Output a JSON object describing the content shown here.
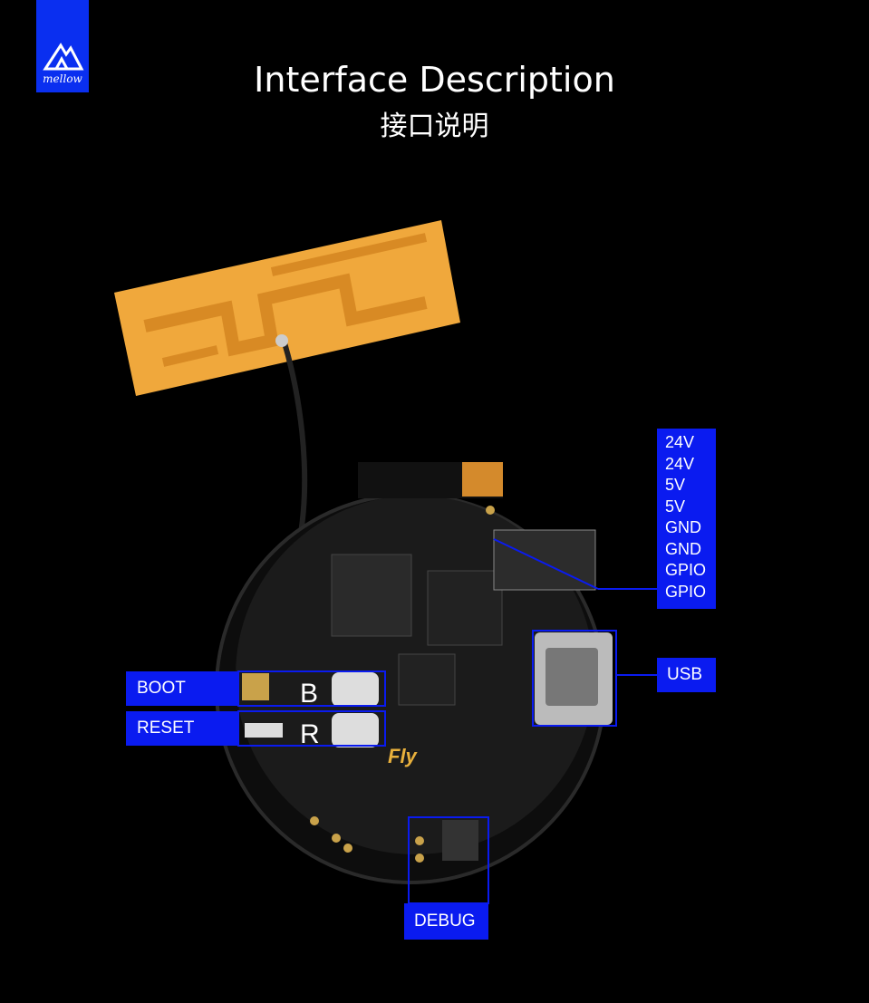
{
  "header": {
    "logo_text": "mellow",
    "title": "Interface Description",
    "subtitle": "接口说明"
  },
  "board": {
    "silkscreen_logo": "Fly",
    "letter_b": "B",
    "letter_r": "R"
  },
  "labels": {
    "power_pins": [
      "24V",
      "24V",
      "5V",
      "5V",
      "GND",
      "GND",
      "GPIO",
      "GPIO"
    ],
    "usb": "USB",
    "boot": "BOOT",
    "reset": "RESET",
    "debug": "DEBUG"
  },
  "colors": {
    "label_bg": "#0a1bf0",
    "antenna": "#f0a83c",
    "board": "#1a1a1a"
  }
}
